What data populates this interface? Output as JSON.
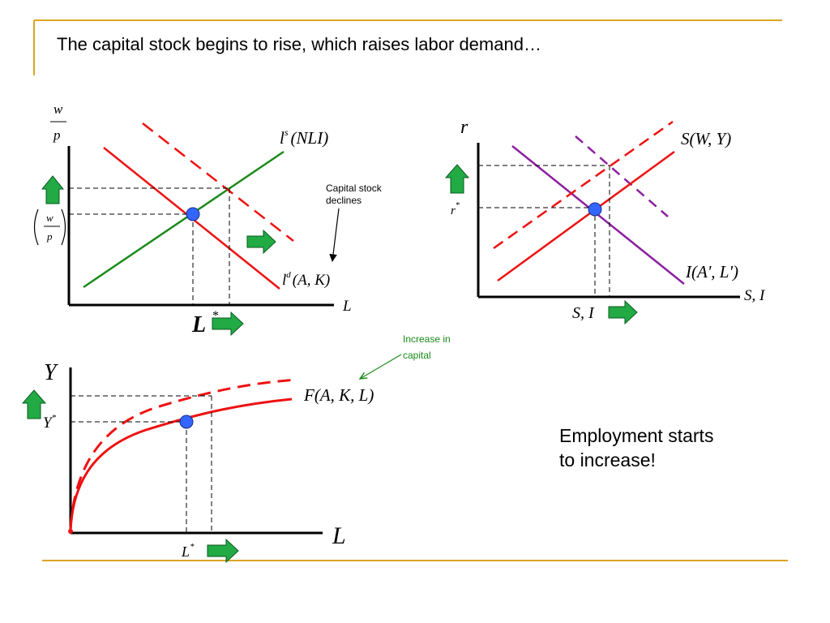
{
  "slide": {
    "title": "The capital stock begins to rise, which raises labor demand…",
    "bottom_note_line1": "Employment starts",
    "bottom_note_line2": "to increase!",
    "colors": {
      "accent_rule": "#DAA520",
      "red": "#ee1111",
      "green": "#1a8a1a",
      "purple": "#8b1fa0",
      "arrow_green": "#22aa44",
      "dot_blue": "#3366ff"
    }
  },
  "labor_market": {
    "y_axis_top": "w",
    "y_axis_bottom": "p",
    "eq_wage_top": "w",
    "eq_wage_bottom": "p",
    "x_axis": "L",
    "supply_label": "l",
    "supply_sup": "s",
    "supply_arg": "(NLI)",
    "demand_label": "l",
    "demand_sup": "d",
    "demand_arg": "(A, K)",
    "annotation_line1": "Capital stock",
    "annotation_line2": "declines",
    "eq_employment": "L*"
  },
  "savings_investment": {
    "y_axis": "r",
    "eq_rate": "r",
    "eq_rate_sup": "*",
    "x_axis": "S, I",
    "x_eq": "S, I",
    "saving_label": "S(W, Y)",
    "investment_label": "I(A', L')"
  },
  "production": {
    "y_axis": "Y",
    "eq_output": "Y",
    "eq_output_sup": "*",
    "x_axis": "L",
    "x_eq": "L",
    "x_eq_sup": "*",
    "function_label": "F(A, K, L)",
    "annotation_line1": "Increase in",
    "annotation_line2": "capital"
  }
}
